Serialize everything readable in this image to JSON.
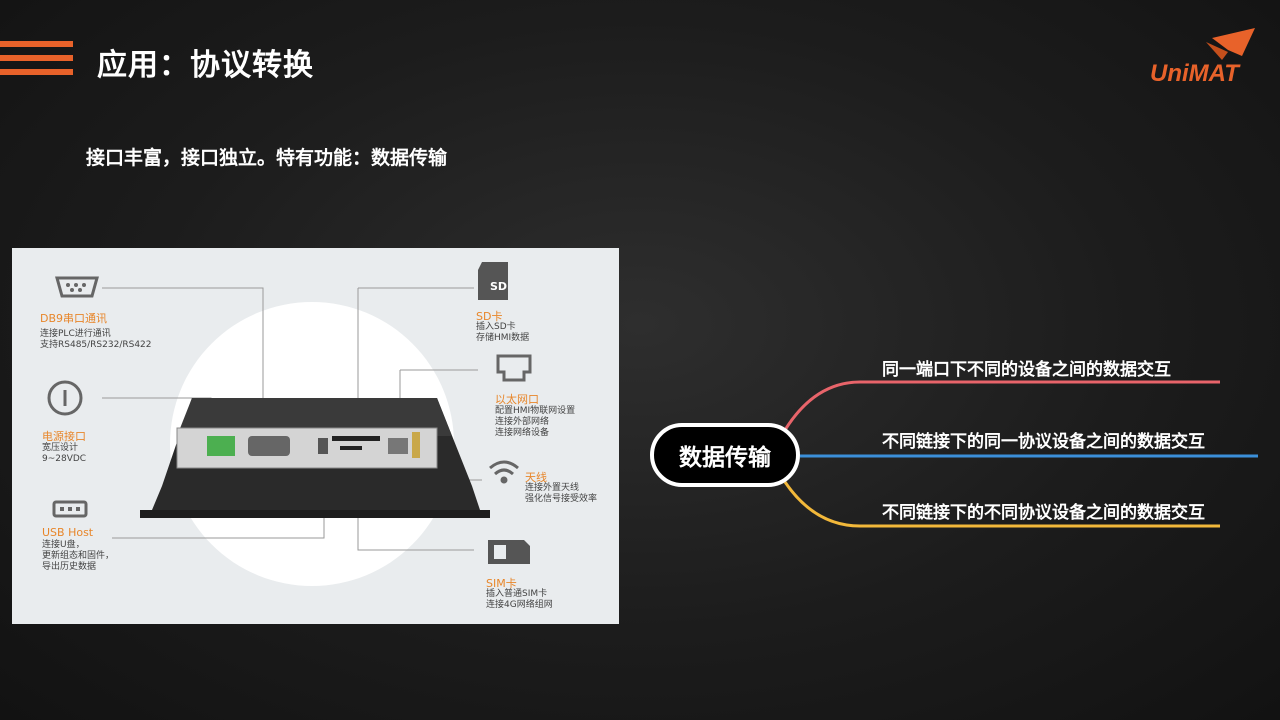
{
  "header": {
    "title": "应用：协议转换",
    "logo_text": "UniMAT"
  },
  "subtitle": "接口丰富，接口独立。特有功能：数据传输",
  "device_panel": {
    "db9": {
      "label": "DB9串口通讯",
      "desc1": "连接PLC进行通讯",
      "desc2": "支持RS485/RS232/RS422"
    },
    "power": {
      "label": "电源接口",
      "desc1": "宽压设计",
      "desc2": "9~28VDC"
    },
    "usb": {
      "label": "USB Host",
      "desc1": "连接U盘，",
      "desc2": "更新组态和固件，",
      "desc3": "导出历史数据"
    },
    "sd": {
      "label": "SD卡",
      "desc1": "插入SD卡",
      "desc2": "存储HMI数据",
      "icon_text": "SD"
    },
    "ethernet": {
      "label": "以太网口",
      "desc1": "配置HMI物联网设置",
      "desc2": "连接外部网络",
      "desc3": "连接网络设备"
    },
    "antenna": {
      "label": "天线",
      "desc1": "连接外置天线",
      "desc2": "强化信号接受效率"
    },
    "sim": {
      "label": "SIM卡",
      "desc1": "插入普通SIM卡",
      "desc2": "连接4G网络组网"
    }
  },
  "mindmap": {
    "center": "数据传输",
    "branches": [
      {
        "text": "同一端口下不同的设备之间的数据交互",
        "color": "#e8646a"
      },
      {
        "text": "不同链接下的同一协议设备之间的数据交互",
        "color": "#3b8fd9"
      },
      {
        "text": "不同链接下的不同协议设备之间的数据交互",
        "color": "#f2b83a"
      }
    ]
  },
  "colors": {
    "accent": "#e8622a"
  }
}
